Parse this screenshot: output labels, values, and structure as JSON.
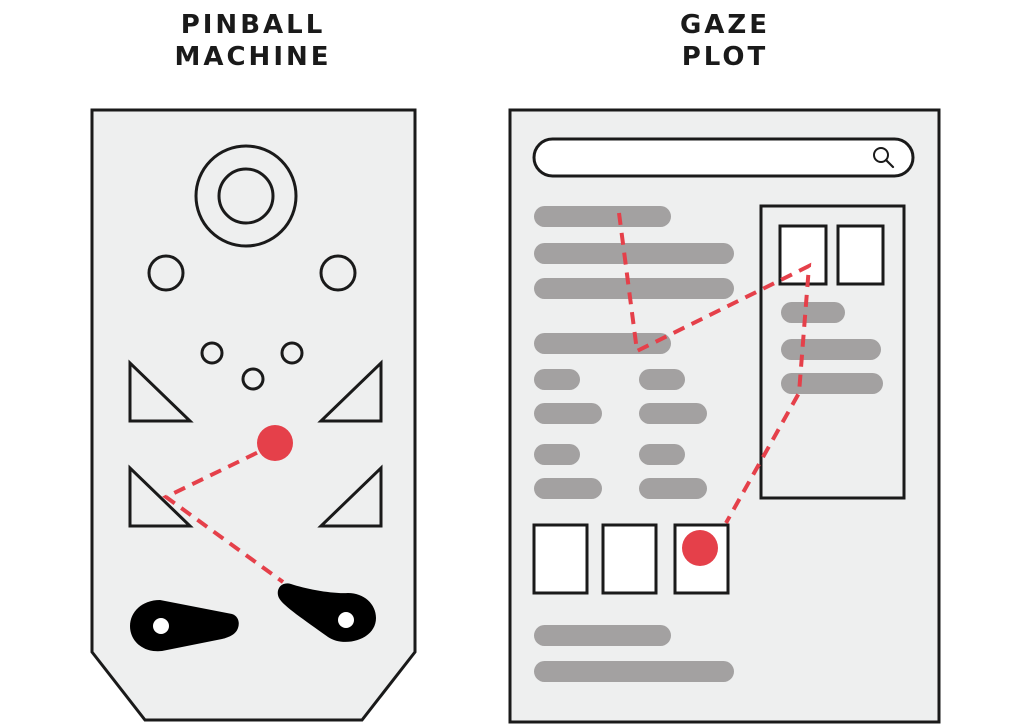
{
  "headings": {
    "pinball": {
      "line1": "PINBALL",
      "line2": "MACHINE"
    },
    "gaze": {
      "line1": "GAZE",
      "line2": "PLOT"
    }
  },
  "colors": {
    "outline": "#1a1a1a",
    "panel_fill": "#eeefef",
    "gray_bar": "#a3a1a1",
    "gaze_red": "#e5404a"
  },
  "icons": {
    "search": "search-icon"
  }
}
